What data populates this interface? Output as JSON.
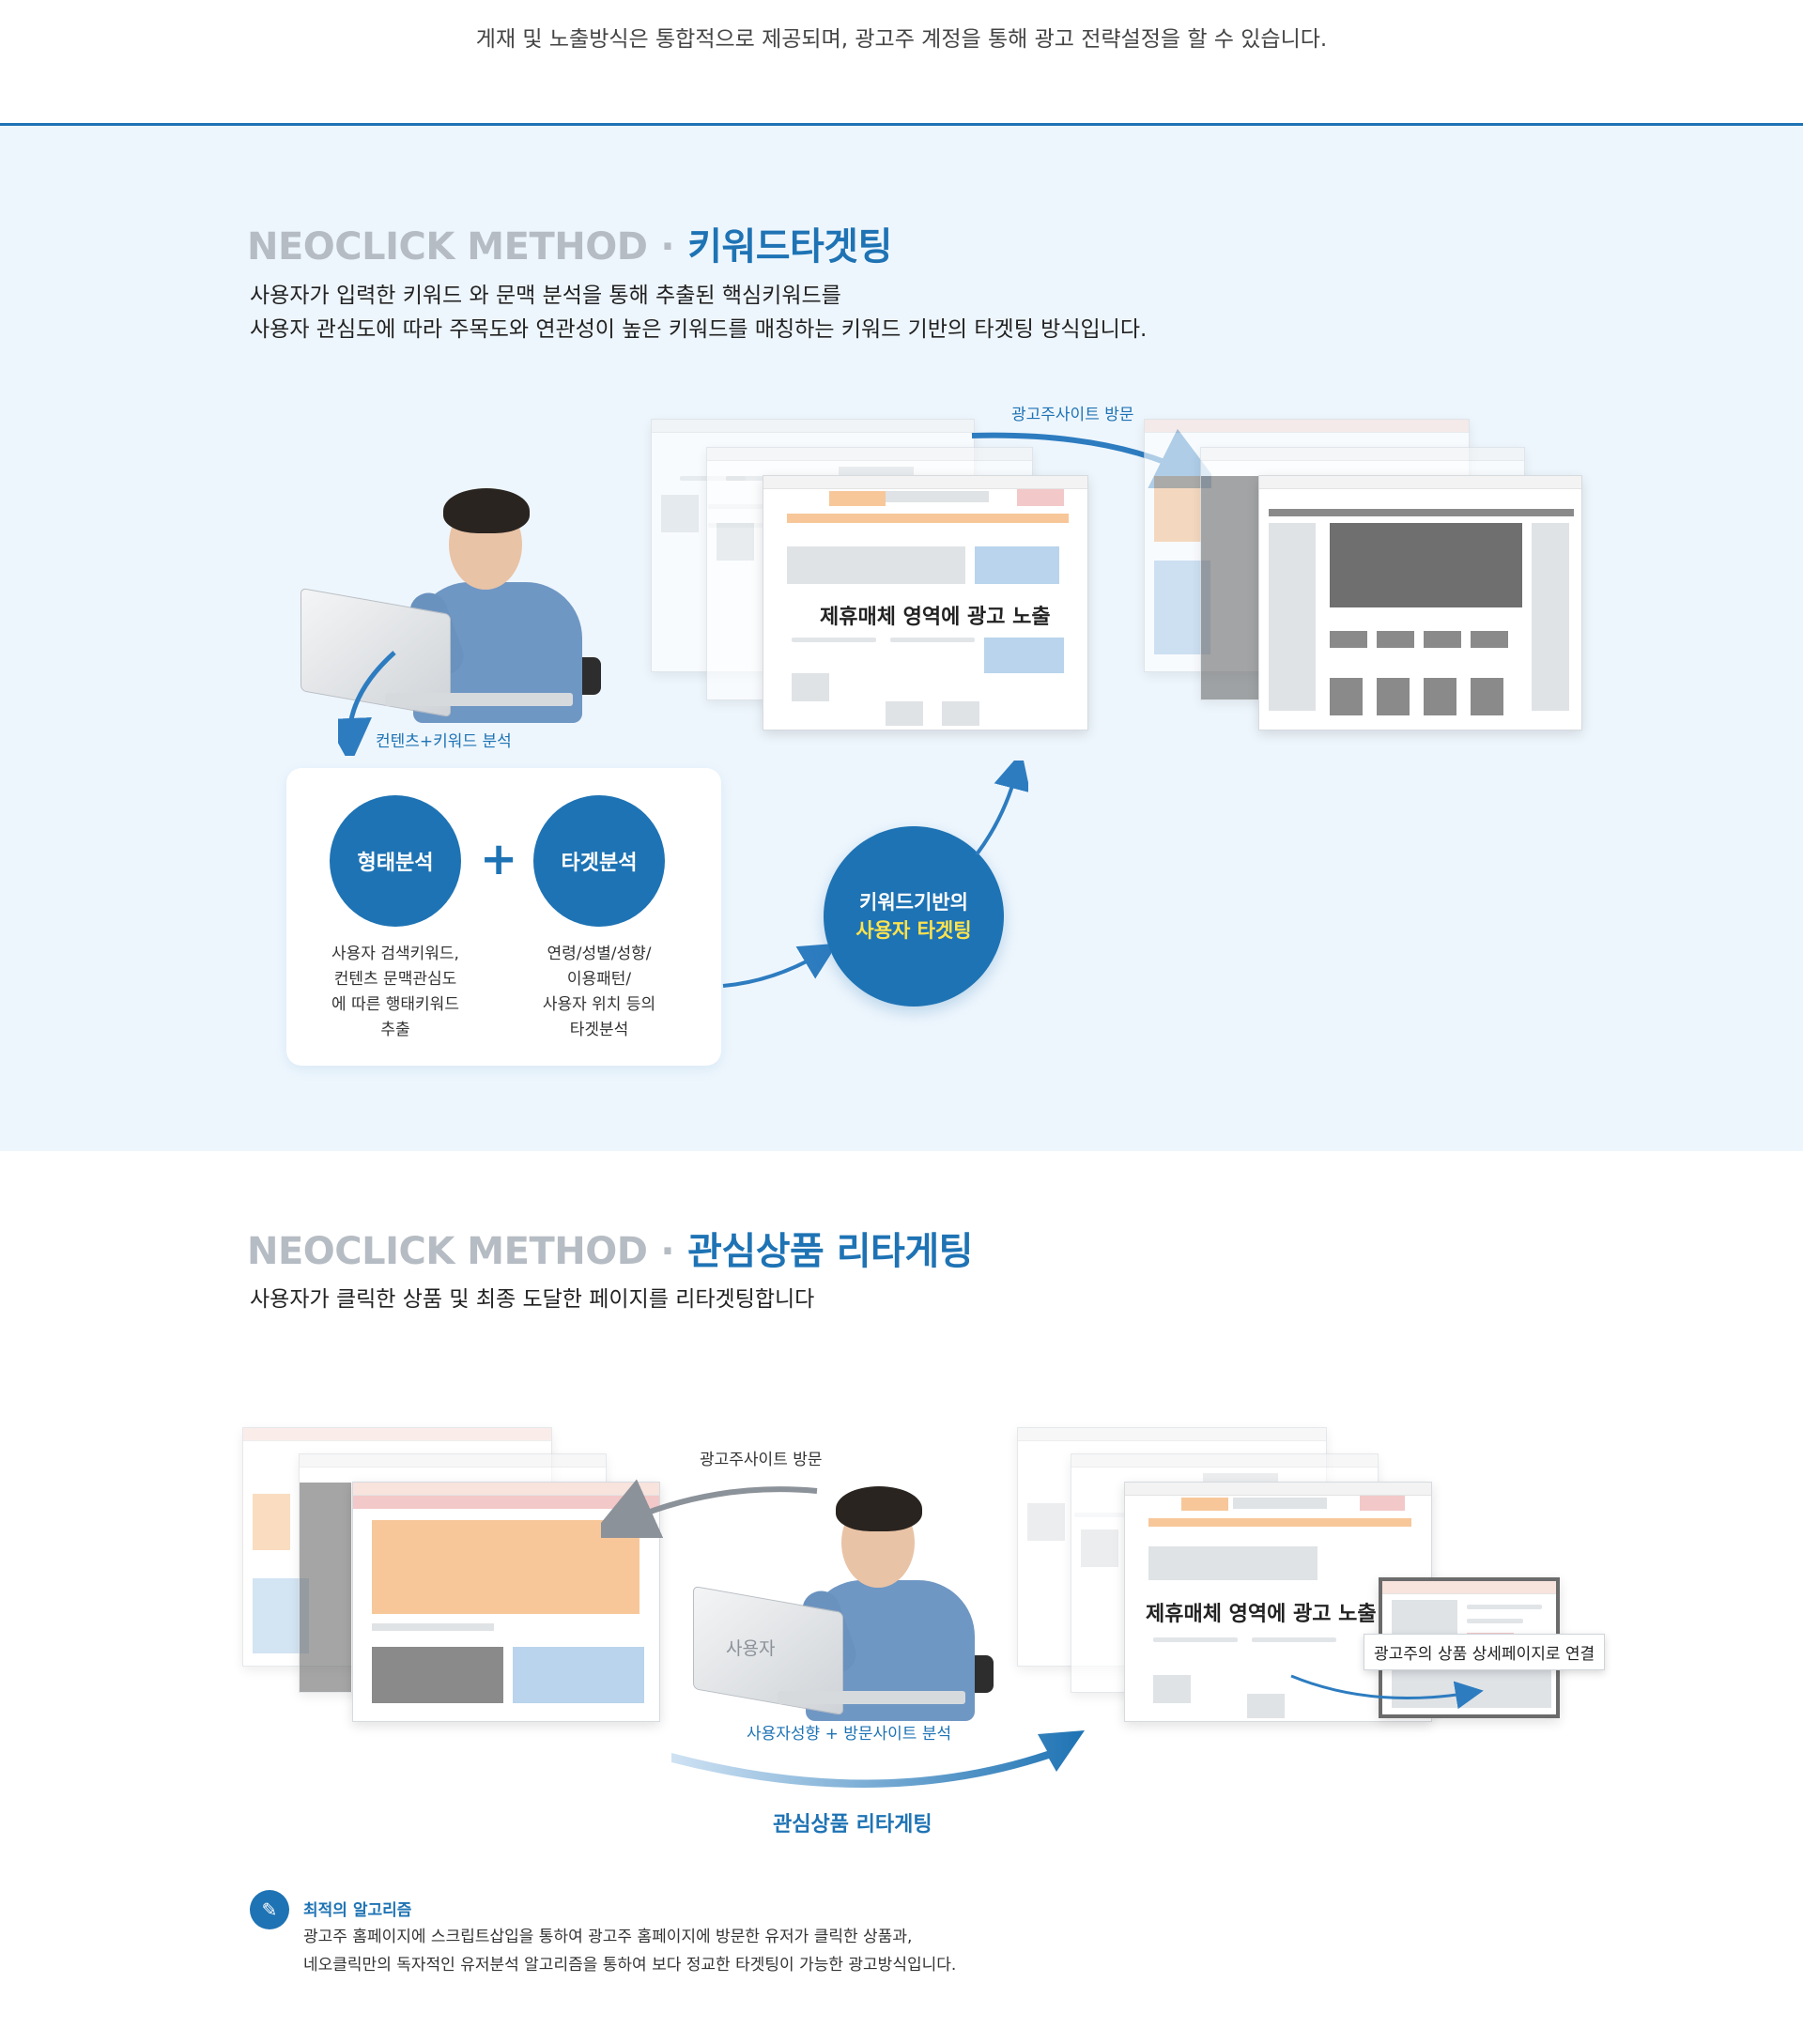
{
  "top_note": "게재 및 노출방식은 통합적으로 제공되며, 광고주 계정을 통해 광고 전략설정을 할 수 있습니다.",
  "section1": {
    "title_method": "NEOCLICK METHOD",
    "title_sep": "·",
    "title_keyword": "키워드타겟팅",
    "desc_line1": "사용자가 입력한 키워드 와 문맥 분석을 통해 추출된 핵심키워드를",
    "desc_line2": "사용자 관심도에 따라 주목도와 연관성이 높은 키워드를 매칭하는 키워드 기반의 타겟팅 방식입니다.",
    "visit_label": "광고주사이트 방문",
    "affiliate_label": "제휴매체 영역에 광고 노출",
    "analysis_label": "컨텐츠+키워드 분석",
    "circle_morph": "형태분석",
    "plus": "+",
    "circle_target": "타겟분석",
    "morph_desc": [
      "사용자 검색키워드,",
      "컨텐츠 문맥관심도",
      "에 따른 행태키워드",
      "추출"
    ],
    "target_desc": [
      "연령/성별/성향/",
      "이용패턴/",
      "사용자 위치 등의",
      "타겟분석"
    ],
    "result_line1": "키워드기반의",
    "result_line2": "사용자 타겟팅"
  },
  "section2": {
    "title_method": "NEOCLICK METHOD",
    "title_sep": "·",
    "title_keyword": "관심상품 리타게팅",
    "desc": "사용자가 클릭한 상품 및 최종 도달한 페이지를 리타겟팅합니다",
    "visit_label": "광고주사이트 방문",
    "user_label": "사용자",
    "analysis_label": "사용자성향 + 방문사이트 분석",
    "retarget_label": "관심상품 리타게팅",
    "affiliate_label": "제휴매체 영역에 광고 노출",
    "detail_link_label": "광고주의 상품 상세페이지로 연결"
  },
  "algorithm": {
    "icon": "pencil-icon",
    "title": "최적의 알고리즘",
    "desc_line1": "광고주 홈페이지에 스크립트삽입을 통하여 광고주 홈페이지에 방문한 유저가 클릭한 상품과,",
    "desc_line2": "네오클릭만의 독자적인 유저분석 알고리즘을 통하여 보다 정교한 타겟팅이 가능한 광고방식입니다."
  },
  "colors": {
    "accent": "#1e73b4",
    "section_bg": "#eef6fd",
    "highlight": "#ffe34d",
    "muted": "#b6bcc3"
  }
}
